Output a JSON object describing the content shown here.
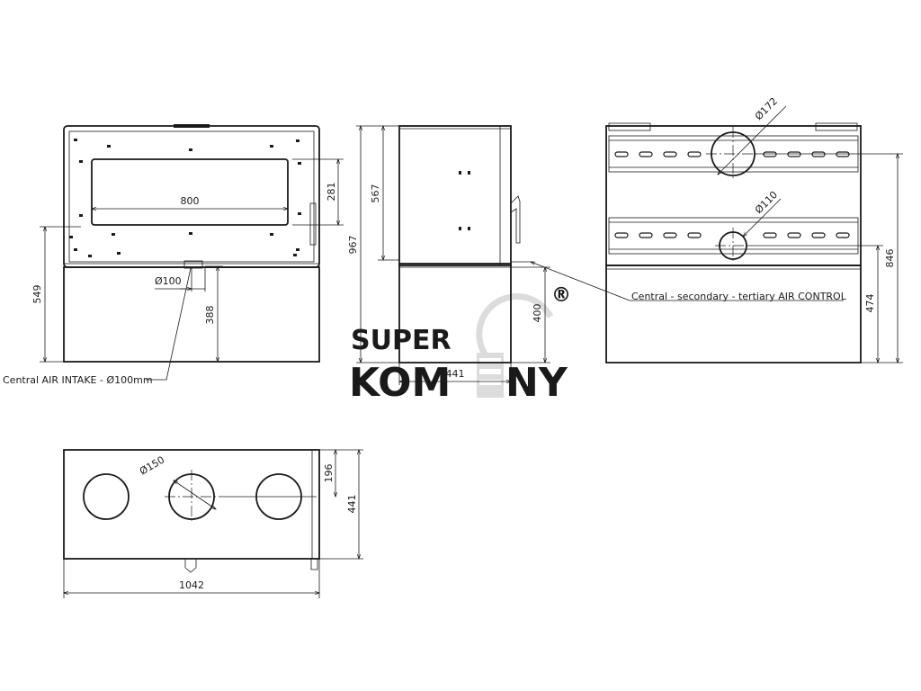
{
  "drawing": {
    "front_view": {
      "glass_width": "800",
      "glass_height": "281",
      "body_height": "549",
      "intake_height": "388",
      "intake_diameter": "Ø100",
      "intake_note": "Central AIR INTAKE - Ø100mm"
    },
    "side_view": {
      "upper_height": "567",
      "total_height": "967",
      "base_height": "400",
      "depth": "441"
    },
    "back_view": {
      "upper_flue": "Ø172",
      "lower_flue": "Ø110",
      "air_control_note": "Central - secondary - tertiary AIR CONTROL",
      "upper_flue_height": "846",
      "lower_flue_height": "474"
    },
    "top_view": {
      "flue_diameter": "Ø150",
      "flue_offset": "196",
      "depth": "441",
      "width": "1042"
    },
    "watermark": {
      "line1": "SUPER",
      "line2_left": "KOM",
      "line2_right": "NY",
      "registered": "®"
    }
  }
}
